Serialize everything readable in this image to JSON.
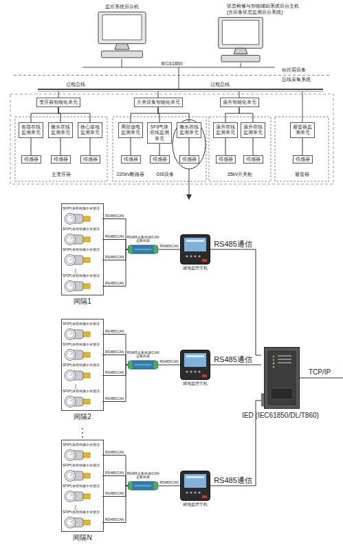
{
  "diagram": {
    "nodes": [
      {
        "text": [
          "监控系统后台机"
        ]
      },
      {
        "text": [
          "状态检修与智能辅助系统后台主机",
          "(含设备状态监测后台系统)"
        ]
      },
      {
        "text": [
          "变压器智能化单元"
        ]
      },
      {
        "text": [
          "开关设备智能化单元"
        ]
      },
      {
        "text": [
          "温升智能化单元"
        ]
      },
      {
        "text": [
          "色谱在线监测单元"
        ]
      },
      {
        "text": [
          "微水在线监测单元"
        ]
      },
      {
        "text": [
          "铁心接地监测单元"
        ]
      },
      {
        "text": [
          "局部放电监测单元"
        ]
      },
      {
        "text": [
          "SF6气体在线监测单元"
        ]
      },
      {
        "text": [
          "微水在线监测单元"
        ]
      },
      {
        "text": [
          "温升在线监测单元"
        ]
      },
      {
        "text": [
          "温升在线监测单元"
        ]
      },
      {
        "text": [
          "避雷器监测单元"
        ]
      },
      {
        "text": [
          "传感器"
        ]
      },
      {
        "text": [
          "传感器"
        ]
      },
      {
        "text": [
          "传感器"
        ]
      },
      {
        "text": [
          "传感器"
        ]
      },
      {
        "text": [
          "传感器"
        ]
      },
      {
        "text": [
          "传感器"
        ]
      },
      {
        "text": [
          "传感器"
        ]
      },
      {
        "text": [
          "传感器"
        ]
      },
      {
        "text": [
          "传感器"
        ]
      },
      {
        "text": [
          "间隔1"
        ]
      },
      {
        "text": [
          "SF6气体在线微水密度仪"
        ],
        "in": 23
      },
      {
        "text": [
          "SF6气体在线微水密度仪"
        ],
        "in": 23
      },
      {
        "text": [
          "SF6气体在线微水密度仪"
        ],
        "in": 23
      },
      {
        "text": [
          "SF6气体在线微水密度仪"
        ],
        "in": 23
      },
      {
        "text": [
          "RS485总集线器/CAN总集线器"
        ]
      },
      {
        "text": [
          "就地监控主机"
        ]
      },
      {
        "text": [
          "间隔2"
        ]
      },
      {
        "text": [
          "SF6气体在线微水密度仪"
        ],
        "in": 30
      },
      {
        "text": [
          "SF6气体在线微水密度仪"
        ],
        "in": 30
      },
      {
        "text": [
          "SF6气体在线微水密度仪"
        ],
        "in": 30
      },
      {
        "text": [
          "SF6气体在线微水密度仪"
        ],
        "in": 30
      },
      {
        "text": [
          "RS485总集线器/CAN总集线器"
        ]
      },
      {
        "text": [
          "就地监控主机"
        ]
      },
      {
        "text": [
          "间隔N"
        ]
      },
      {
        "text": [
          "SF6气体在线微水密度仪"
        ],
        "in": 37
      },
      {
        "text": [
          "SF6气体在线微水密度仪"
        ],
        "in": 37
      },
      {
        "text": [
          "SF6气体在线微水密度仪"
        ],
        "in": 37
      },
      {
        "text": [
          "SF6气体在线微水密度仪"
        ],
        "in": 37
      },
      {
        "text": [
          "RS485总集线器/CAN总集线器"
        ]
      },
      {
        "text": [
          "就地监控主机"
        ]
      },
      {
        "text": [
          "IED (IEC61850/DL/T860)"
        ]
      }
    ],
    "edges": [
      {
        "from": 2,
        "to": 5,
        "arrow": "none"
      },
      {
        "from": 2,
        "to": 6,
        "arrow": "none"
      },
      {
        "from": 2,
        "to": 7,
        "arrow": "none"
      },
      {
        "from": 3,
        "to": 8,
        "arrow": "none"
      },
      {
        "from": 3,
        "to": 9,
        "arrow": "none"
      },
      {
        "from": 3,
        "to": 10,
        "arrow": "none"
      },
      {
        "from": 4,
        "to": 11,
        "arrow": "none"
      },
      {
        "from": 4,
        "to": 12,
        "arrow": "none"
      },
      {
        "from": 5,
        "to": 14,
        "arrow": "none"
      },
      {
        "from": 6,
        "to": 15,
        "arrow": "none"
      },
      {
        "from": 7,
        "to": 16,
        "arrow": "none"
      },
      {
        "from": 8,
        "to": 17,
        "arrow": "none"
      },
      {
        "from": 9,
        "to": 18,
        "arrow": "none"
      },
      {
        "from": 10,
        "to": 19,
        "arrow": "none"
      },
      {
        "from": 11,
        "to": 20,
        "arrow": "none"
      },
      {
        "from": 12,
        "to": 21,
        "arrow": "none"
      },
      {
        "from": 13,
        "to": 22,
        "arrow": "none"
      },
      {
        "from": 24,
        "to": 28,
        "label": "RS485/CAN",
        "arrow": "none"
      },
      {
        "from": 25,
        "to": 28,
        "label": "RS485/CAN",
        "arrow": "none"
      },
      {
        "from": 26,
        "to": 28,
        "label": "RS485/CAN",
        "arrow": "none"
      },
      {
        "from": 27,
        "to": 28,
        "label": "RS485/CAN",
        "arrow": "none"
      },
      {
        "from": 28,
        "to": 29,
        "label": "RS485/CAN",
        "arrow": "none"
      },
      {
        "from": 29,
        "to": 44,
        "label": "RS485通信",
        "arrow": "none"
      },
      {
        "from": 31,
        "to": 35,
        "label": "RS485/CAN",
        "arrow": "none"
      },
      {
        "from": 32,
        "to": 35,
        "label": "RS485/CAN",
        "arrow": "none"
      },
      {
        "from": 33,
        "to": 35,
        "label": "RS485/CAN",
        "arrow": "none"
      },
      {
        "from": 34,
        "to": 35,
        "label": "RS485/CAN",
        "arrow": "none"
      },
      {
        "from": 35,
        "to": 36,
        "label": "RS485/CAN",
        "arrow": "none"
      },
      {
        "from": 36,
        "to": 44,
        "label": "RS485通信",
        "arrow": "none"
      },
      {
        "from": 38,
        "to": 42,
        "label": "RS485/CAN",
        "arrow": "none"
      },
      {
        "from": 39,
        "to": 42,
        "label": "RS485/CAN",
        "arrow": "none"
      },
      {
        "from": 40,
        "to": 42,
        "label": "RS485/CAN",
        "arrow": "none"
      },
      {
        "from": 41,
        "to": 42,
        "label": "RS485/CAN",
        "arrow": "none"
      },
      {
        "from": 42,
        "to": 43,
        "label": "RS485/CAN",
        "arrow": "none"
      },
      {
        "from": 43,
        "to": 44,
        "label": "RS485通信",
        "arrow": "none"
      }
    ],
    "labels": [
      "IEC61850",
      "站控层设备",
      "总线采集系统",
      "过程总线",
      "过程总线",
      "主变压器",
      "220kV断路器",
      "GIS设备",
      "35kV开关柜",
      "避雷器",
      "TCP/IP"
    ]
  }
}
